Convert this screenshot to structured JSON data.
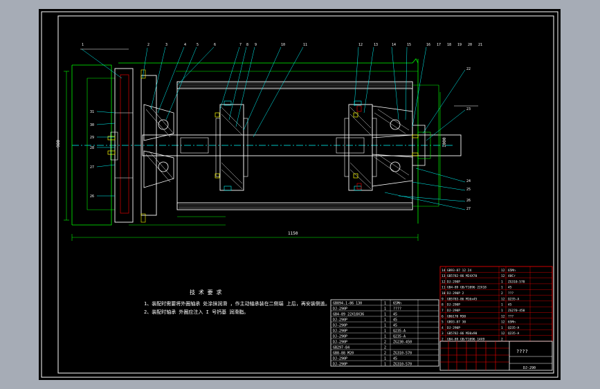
{
  "technical_requirements": {
    "heading": "技 术 要 求",
    "line1": "1、装配时需要将外圈轴承 处涂抹润滑 ，作主动轴承装在二侧端 上后，再安装侧盖。",
    "line2": "2、装配时轴承 外圈应注入 I 号钙基 润滑脂。"
  },
  "parts_list_right": {
    "rows": [
      {
        "no": "14",
        "code": "GB93-87 12  24",
        "qty": "12",
        "material": "65Mn"
      },
      {
        "no": "13",
        "code": "GB5782-86 M24X70",
        "qty": "12",
        "material": "40Cr"
      },
      {
        "no": "12",
        "code": "DJ-290P",
        "qty": "1",
        "material": "ZG310-570"
      },
      {
        "no": "11",
        "code": "GB4-89 GB/T1096 22X18",
        "qty": "1",
        "material": "45"
      },
      {
        "no": "10",
        "code": "DJ-290P 2",
        "qty": "2",
        "material": "???"
      },
      {
        "no": "9",
        "code": "GB5783-86 M16x45",
        "qty": "12",
        "material": "Q235-A"
      },
      {
        "no": "8",
        "code": "DJ-290P",
        "qty": "1",
        "material": "45"
      },
      {
        "no": "7",
        "code": "DJ-290P",
        "qty": "1",
        "material": "ZG270-450"
      },
      {
        "no": "6",
        "code": "GB6170 M30",
        "qty": "12",
        "material": "???"
      },
      {
        "no": "5",
        "code": "GB93-87 30",
        "qty": "12",
        "material": "65Mn"
      },
      {
        "no": "4",
        "code": "DJ-290P",
        "qty": "1",
        "material": "Q235-A"
      },
      {
        "no": "3",
        "code": "GB5782-86 M30x90",
        "qty": "12",
        "material": "Q235-A"
      },
      {
        "no": "2",
        "code": "GB4-89 GB/T1096 14X9",
        "qty": "2",
        "material": ""
      }
    ],
    "title_box": "????",
    "drawing_no": "DJ-290"
  },
  "parts_list_left": {
    "rows": [
      {
        "no": "",
        "code": "GB894.1-86 130",
        "qty": "1",
        "material": "65Mn"
      },
      {
        "no": "",
        "code": "DJ-290P",
        "qty": "1",
        "material": "????"
      },
      {
        "no": "",
        "code": "GB4-89 22X18X36",
        "qty": "1",
        "material": "45"
      },
      {
        "no": "",
        "code": "DJ-290P",
        "qty": "1",
        "material": "45"
      },
      {
        "no": "",
        "code": "DJ-290P",
        "qty": "1",
        "material": "45"
      },
      {
        "no": "",
        "code": "DJ-290P",
        "qty": "1",
        "material": "Q235-A"
      },
      {
        "no": "",
        "code": "DJ-290P",
        "qty": "1",
        "material": "Q235-A"
      },
      {
        "no": "",
        "code": "DJ-290P",
        "qty": "2",
        "material": "ZG230-450"
      },
      {
        "no": "",
        "code": "GB297-84",
        "qty": "2",
        "material": ""
      },
      {
        "no": "",
        "code": "GB8-88 M20",
        "qty": "2",
        "material": "ZG310-570"
      },
      {
        "no": "",
        "code": "DJ-290P",
        "qty": "1",
        "material": "45"
      },
      {
        "no": "",
        "code": "DJ-290P",
        "qty": "1",
        "material": "ZG310-570"
      }
    ]
  },
  "leader_labels": {
    "top": [
      "1",
      "2",
      "3",
      "4",
      "5",
      "6",
      "7",
      "8",
      "9",
      "10",
      "11",
      "12",
      "13",
      "14",
      "15",
      "16",
      "17",
      "18",
      "19",
      "20",
      "21"
    ],
    "right": [
      "22",
      "23",
      "24",
      "25",
      "26",
      "27"
    ],
    "left": [
      "31",
      "30",
      "29",
      "28",
      "27",
      "26"
    ]
  },
  "dimension_labels": {
    "overall_length": "1150",
    "left_height": "980",
    "right_height": "1000"
  },
  "colors": {
    "background": "#000000",
    "frame_border": "#ffffff",
    "outline": "#ffffff",
    "green": "#00ff00",
    "cyan": "#00ffff",
    "red": "#ff0000",
    "yellow": "#ffff00",
    "magenta": "#ff00ff"
  }
}
